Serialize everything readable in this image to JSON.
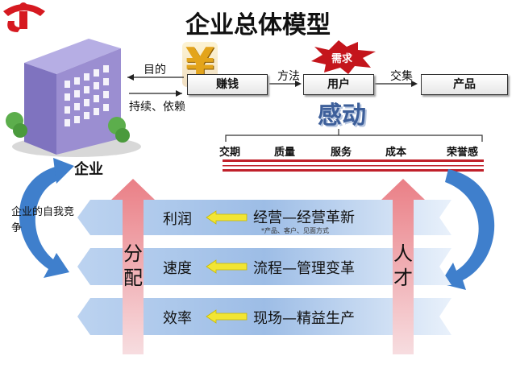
{
  "title": "企业总体模型",
  "enterprise_label": "企业",
  "purpose_label": "目的",
  "sustain_label": "持续、依赖",
  "currency_symbol": "¥",
  "make_money_label": "赚钱",
  "method_label": "方法",
  "demand_label": "需求",
  "user_label": "用户",
  "deliver_label": "交集",
  "product_label": "产品",
  "touch_label": "感动",
  "attributes": [
    "交期",
    "质量",
    "服务",
    "成本",
    "荣誉感"
  ],
  "self_competition_label": "企业的自我竞争",
  "distribution_label": "分配",
  "talent_label": "人才",
  "rows": [
    {
      "left": "利润",
      "right": "经营—经营革新",
      "note": "*产品、客户、见面方式"
    },
    {
      "left": "速度",
      "right": "流程—管理变革"
    },
    {
      "left": "效率",
      "right": "现场—精益生产"
    }
  ],
  "colors": {
    "building_purple": "#9b8ed1",
    "band_blue": "#a9c6ea",
    "arrow_pink": "#e58a8f",
    "touch_blue": "#3d5f9a",
    "burst_red": "#c4151c",
    "logo_red": "#d61920",
    "yen_gold": "#e3a41b",
    "rule_red": "#c0202a",
    "cycle_blue": "#3f7fcc"
  }
}
